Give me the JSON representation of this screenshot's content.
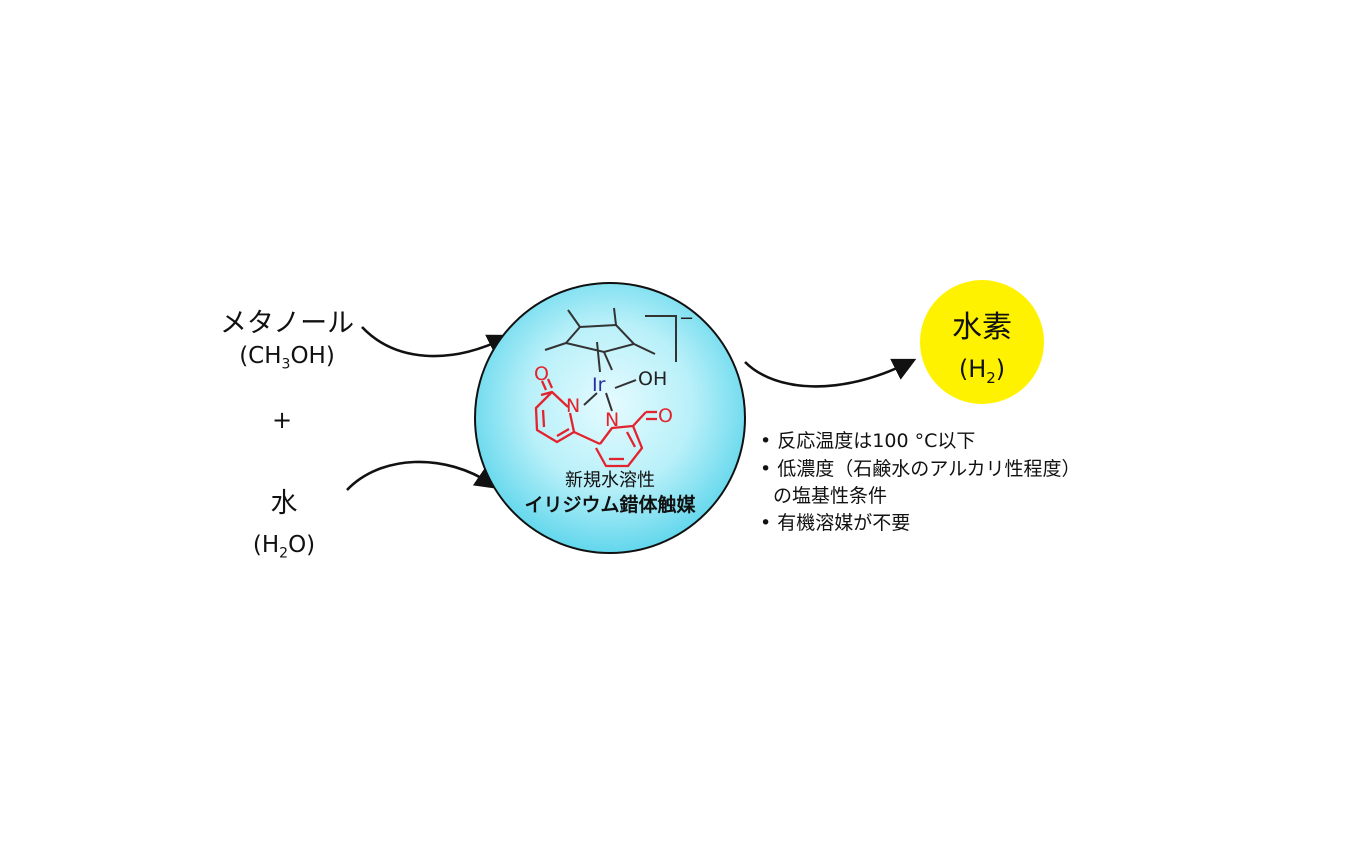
{
  "reactants": {
    "methanol_name": "メタノール",
    "methanol_formula_pre": "(CH",
    "methanol_formula_sub": "3",
    "methanol_formula_post": "OH)",
    "plus": "+",
    "water_name": "水",
    "water_formula_pre": "(H",
    "water_formula_sub": "2",
    "water_formula_post": "O)"
  },
  "catalyst": {
    "label_line1": "新規水溶性",
    "label_line2": "イリジウム錯体触媒",
    "atoms": {
      "metal": "Ir",
      "hydroxide": "OH",
      "nitrogen_left": "N",
      "nitrogen_right": "N",
      "oxygen_left": "O",
      "oxygen_right": "O",
      "charge": "−"
    },
    "colors": {
      "sphere_center": "#e4fbff",
      "sphere_edge": "#62d7ec",
      "ligand": "#e3232d",
      "metal": "#2a2f9c",
      "bond": "#333333"
    }
  },
  "product": {
    "name": "水素",
    "formula_pre": "(H",
    "formula_sub": "2",
    "formula_post": ")",
    "color": "#fff200"
  },
  "conditions": [
    {
      "bullet": "•",
      "text": "反応温度は100 °C以下"
    },
    {
      "bullet": "•",
      "text": "低濃度（石鹸水のアルカリ性程度）"
    },
    {
      "bullet": "",
      "text": "の塩基性条件"
    },
    {
      "bullet": "•",
      "text": "有機溶媒が不要"
    }
  ]
}
